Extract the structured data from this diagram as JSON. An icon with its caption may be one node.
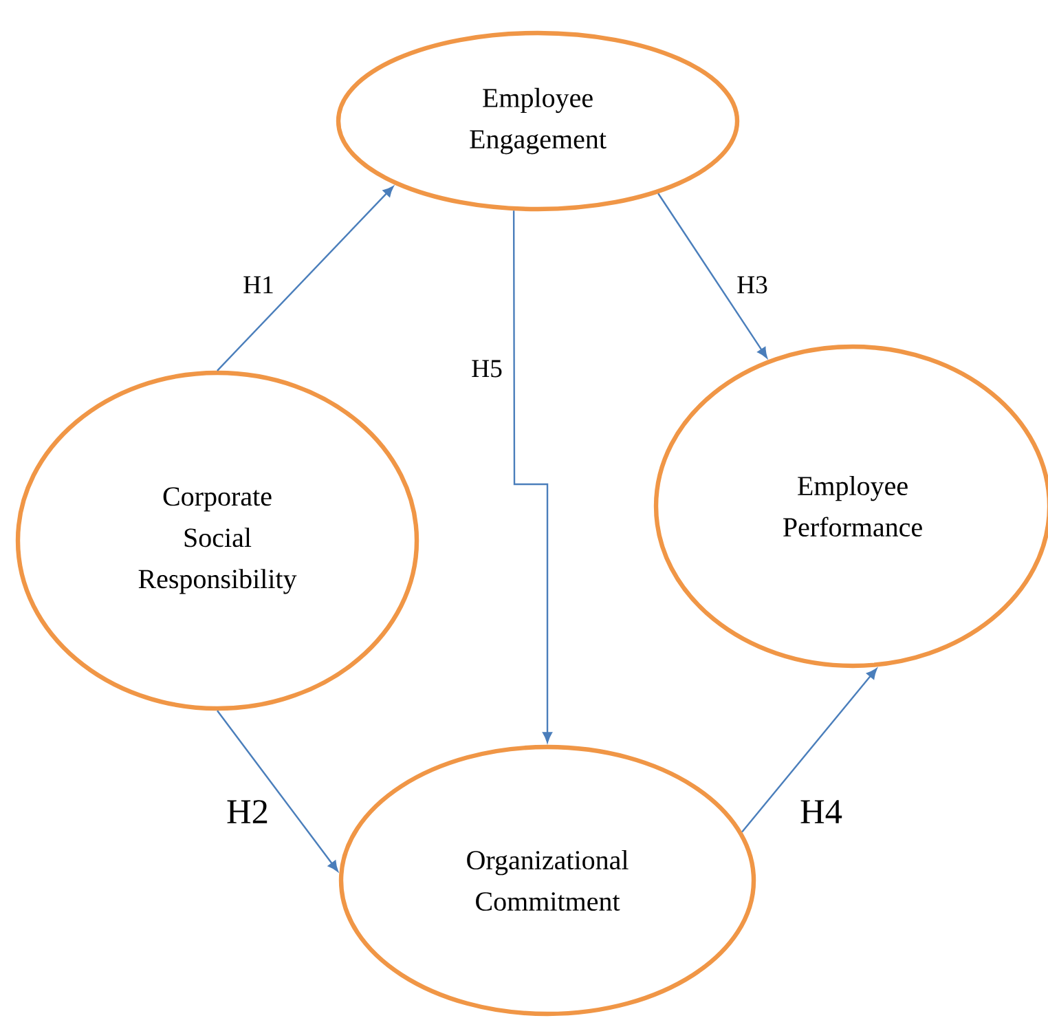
{
  "diagram": {
    "nodes": [
      {
        "text": [
          "Employee Engagement"
        ]
      },
      {
        "text": [
          "Corporate Social Responsibility"
        ]
      },
      {
        "text": [
          "Employee Performance"
        ]
      },
      {
        "text": [
          "Organizational Commitment"
        ]
      }
    ],
    "edges": [
      {
        "from": 1,
        "to": 0,
        "arrow": "to",
        "label": "H1"
      },
      {
        "from": 0,
        "to": 3,
        "arrow": "to",
        "label": "H5"
      },
      {
        "from": 0,
        "to": 2,
        "arrow": "to",
        "label": "H3"
      },
      {
        "from": 1,
        "to": 3,
        "arrow": "to",
        "label": "H2"
      },
      {
        "from": 3,
        "to": 2,
        "arrow": "to",
        "label": "H4"
      }
    ]
  }
}
